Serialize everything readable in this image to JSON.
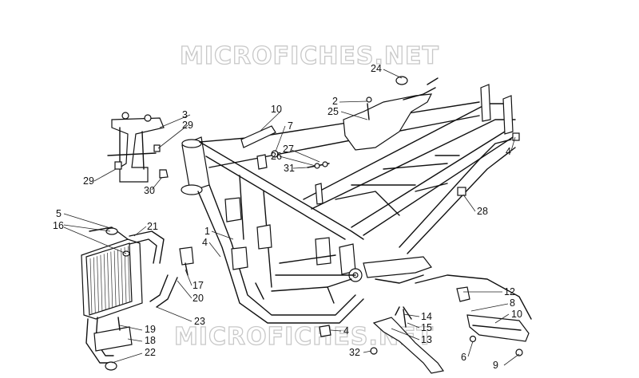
{
  "watermark_top": "MICROFICHES.NET",
  "watermark_bottom": "MICROFICHES.NET",
  "callouts": [
    "1",
    "2",
    "3",
    "4",
    "4",
    "4",
    "5",
    "6",
    "7",
    "8",
    "9",
    "10",
    "10",
    "12",
    "13",
    "14",
    "15",
    "16",
    "17",
    "18",
    "19",
    "20",
    "21",
    "22",
    "23",
    "24",
    "25",
    "26",
    "27",
    "28",
    "29",
    "29",
    "30",
    "31",
    "32"
  ]
}
